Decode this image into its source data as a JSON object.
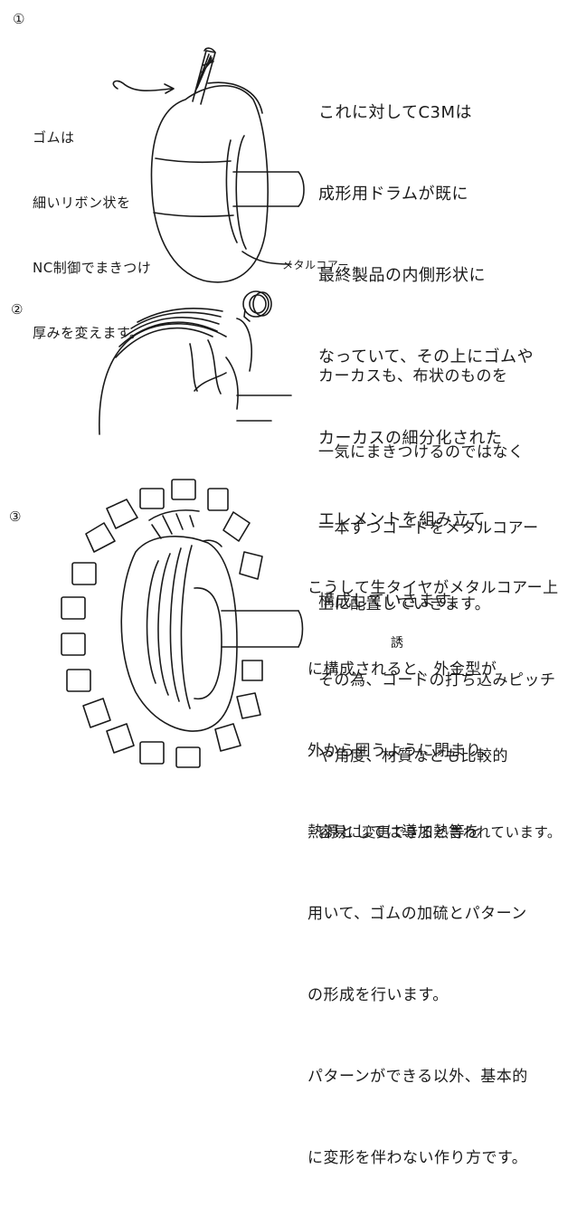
{
  "sections": [
    {
      "number": "①",
      "text_lines": [
        "これに対してC3Mは",
        "成形用ドラムが既に",
        "最終製品の内側形状に",
        "なっていて、その上にゴムや",
        "カーカスの細分化された",
        "エレメントを組み立て",
        "構成していきます。"
      ],
      "annotation_lines": [
        "ゴムは",
        "細いリボン状を",
        "NC制御でまきつけ",
        "厚みを変えます。"
      ],
      "label": "メタルコアー"
    },
    {
      "number": "②",
      "text_lines": [
        "カーカスも、布状のものを",
        "一気にまきつけるのではなく",
        "一本ずつコードをメタルコアー",
        "上に配置していきます。",
        "その為、コードの打ち込みピッチ",
        "や角度、材質なども比較的",
        "容易に変更できると言われています。"
      ]
    },
    {
      "number": "③",
      "text_lines": [
        "こうして生タイヤがメタルコアー上",
        "に構成されると、外金型が",
        "外から囲うように閉まり、",
        "熱源としては導加熱等を",
        "用いて、ゴムの加硫とパターン",
        "の形成を行います。",
        "パターンができる以外、基本的",
        "に変形を伴わない作り方です。"
      ],
      "ruby_note": "誘"
    }
  ]
}
